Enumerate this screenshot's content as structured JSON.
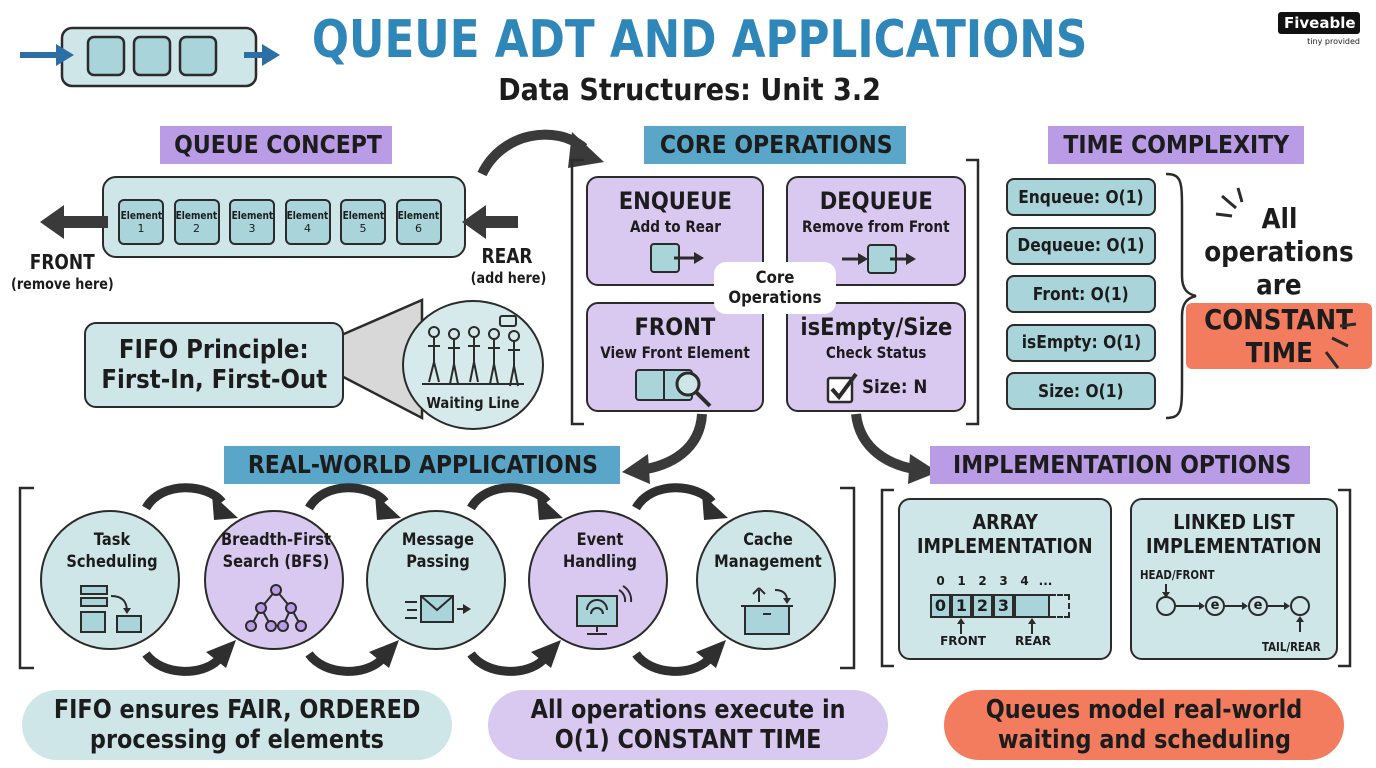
{
  "header": {
    "title": "QUEUE ADT AND APPLICATIONS",
    "subtitle": "Data Structures: Unit 3.2",
    "brand": "Fiveable",
    "brand_tagline": "tiny provided"
  },
  "concept": {
    "heading": "QUEUE CONCEPT",
    "elements": [
      {
        "name": "Element",
        "num": "1"
      },
      {
        "name": "Element",
        "num": "2"
      },
      {
        "name": "Element",
        "num": "3"
      },
      {
        "name": "Element",
        "num": "4"
      },
      {
        "name": "Element",
        "num": "5"
      },
      {
        "name": "Element",
        "num": "6"
      }
    ],
    "front_label": "FRONT",
    "front_sub": "(remove here)",
    "rear_label": "REAR",
    "rear_sub": "(add here)",
    "fifo_line1": "FIFO Principle:",
    "fifo_line2": "First-In, First-Out",
    "waiting_label": "Waiting Line"
  },
  "operations": {
    "heading": "CORE OPERATIONS",
    "center_line1": "Core",
    "center_line2": "Operations",
    "enqueue": {
      "title": "ENQUEUE",
      "sub": "Add to Rear"
    },
    "dequeue": {
      "title": "DEQUEUE",
      "sub": "Remove from Front"
    },
    "front": {
      "title": "FRONT",
      "sub": "View Front Element"
    },
    "isempty": {
      "title": "isEmpty/Size",
      "sub": "Check Status",
      "size": "Size: N"
    }
  },
  "complexity": {
    "heading": "TIME COMPLEXITY",
    "items": [
      "Enqueue: O(1)",
      "Dequeue: O(1)",
      "Front: O(1)",
      "isEmpty: O(1)",
      "Size: O(1)"
    ],
    "note_line1": "All",
    "note_line2": "operations",
    "note_line3": "are",
    "note_highlight_1": "CONSTANT",
    "note_highlight_2": "TIME"
  },
  "applications": {
    "heading": "REAL-WORLD APPLICATIONS",
    "items": [
      {
        "line1": "Task",
        "line2": "Scheduling",
        "icon": "task-scheduling-icon",
        "color": "#cfe6e8"
      },
      {
        "line1": "Breadth-First",
        "line2": "Search (BFS)",
        "icon": "tree-icon",
        "color": "#d9c9f0"
      },
      {
        "line1": "Message",
        "line2": "Passing",
        "icon": "envelope-icon",
        "color": "#cfe6e8"
      },
      {
        "line1": "Event",
        "line2": "Handling",
        "icon": "monitor-icon",
        "color": "#d9c9f0"
      },
      {
        "line1": "Cache",
        "line2": "Management",
        "icon": "storage-box-icon",
        "color": "#cfe6e8"
      }
    ]
  },
  "implementation": {
    "heading": "IMPLEMENTATION OPTIONS",
    "array": {
      "title1": "ARRAY",
      "title2": "IMPLEMENTATION",
      "indices": [
        "0",
        "1",
        "2",
        "3",
        "4",
        "..."
      ],
      "cells": [
        "0",
        "1",
        "2",
        "3",
        ""
      ],
      "front": "FRONT",
      "rear": "REAR"
    },
    "linked": {
      "title1": "LINKED LIST",
      "title2": "IMPLEMENTATION",
      "head": "HEAD/FRONT",
      "nodes": [
        "",
        "e",
        "e",
        ""
      ],
      "tail": "TAIL/REAR"
    }
  },
  "footer": {
    "left_line1": "FIFO ensures FAIR, ORDERED",
    "left_line2": "processing of elements",
    "middle_line1": "All operations execute in",
    "middle_line2": "O(1) CONSTANT TIME",
    "right_line1": "Queues model real-world",
    "right_line2": "waiting and scheduling"
  },
  "colors": {
    "title_blue": "#2f86b8",
    "teal": "#cfe6e8",
    "lavender": "#d9c9f0",
    "purple_tag": "#b99be6",
    "blue_tag": "#5aa6c8",
    "orange": "#f47c5e"
  }
}
